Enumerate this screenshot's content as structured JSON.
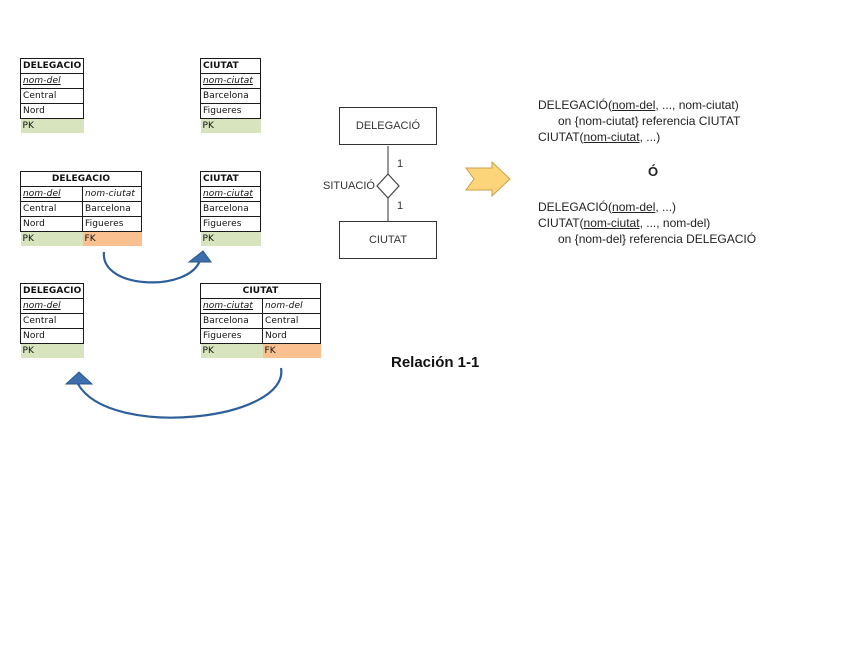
{
  "colors": {
    "pk_fill": "#d7e4bd",
    "fk_fill": "#fac090",
    "arrow_blue": "#2e5f9a",
    "block_arrow_fill": "#fcd57a",
    "block_arrow_stroke": "#c8a04a"
  },
  "tables": {
    "t1": {
      "title": "DELEGACIO",
      "cols": [
        "nom-del"
      ],
      "rows": [
        [
          "Central"
        ],
        [
          "Nord"
        ]
      ],
      "keys": [
        "PK"
      ]
    },
    "t2": {
      "title": "CIUTAT",
      "cols": [
        "nom-ciutat"
      ],
      "rows": [
        [
          "Barcelona"
        ],
        [
          "Figueres"
        ]
      ],
      "keys": [
        "PK"
      ]
    },
    "t3": {
      "title": "DELEGACIO",
      "cols": [
        "nom-del",
        "nom-ciutat"
      ],
      "rows": [
        [
          "Central",
          "Barcelona"
        ],
        [
          "Nord",
          "Figueres"
        ]
      ],
      "keys": [
        "PK",
        "FK"
      ]
    },
    "t4": {
      "title": "CIUTAT",
      "cols": [
        "nom-ciutat"
      ],
      "rows": [
        [
          "Barcelona"
        ],
        [
          "Figueres"
        ]
      ],
      "keys": [
        "PK"
      ]
    },
    "t5": {
      "title": "DELEGACIO",
      "cols": [
        "nom-del"
      ],
      "rows": [
        [
          "Central"
        ],
        [
          "Nord"
        ]
      ],
      "keys": [
        "PK"
      ]
    },
    "t6": {
      "title": "CIUTAT",
      "cols": [
        "nom-ciutat",
        "nom-del"
      ],
      "rows": [
        [
          "Barcelona",
          "Central"
        ],
        [
          "Figueres",
          "Nord"
        ]
      ],
      "keys": [
        "PK",
        "FK"
      ]
    }
  },
  "er": {
    "entity1": "DELEGACIÓ",
    "entity2": "CIUTAT",
    "relationship": "SITUACIÓ",
    "card1": "1",
    "card2": "1"
  },
  "schema": {
    "option_a": {
      "line1_pre": "DELEGACIÓ(",
      "line1_key": "nom-del",
      "line1_post": ", ..., nom-ciutat)",
      "line2": "on {nom-ciutat} referencia CIUTAT",
      "line3_pre": "CIUTAT(",
      "line3_key": "nom-ciutat",
      "line3_post": ", ...)"
    },
    "or": "Ó",
    "option_b": {
      "line1_pre": "DELEGACIÓ(",
      "line1_key": "nom-del",
      "line1_post": ", ...)",
      "line2_pre": "CIUTAT(",
      "line2_key": "nom-ciutat",
      "line2_post": ", ..., nom-del)",
      "line3": "on {nom-del} referencia DELEGACIÓ"
    }
  },
  "caption": "Relación 1-1",
  "icons": {
    "fk_arrow_1": "curved-arrow-icon",
    "fk_arrow_2": "curved-arrow-icon",
    "transform_arrow": "block-arrow-right-icon"
  }
}
